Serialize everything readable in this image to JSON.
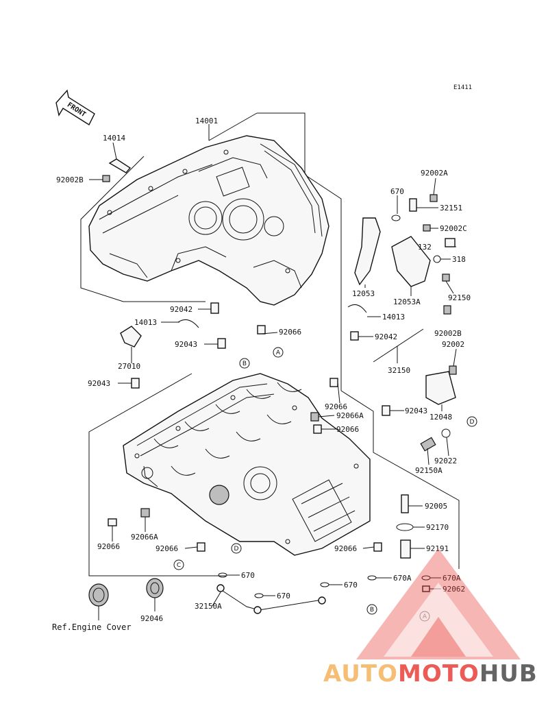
{
  "diagram_code": "E1411",
  "front_label": "FRONT",
  "ref_note": "Ref.Engine Cover",
  "parts": {
    "p14001": "14001",
    "p14014": "14014",
    "p92002B_top": "92002B",
    "p670_top": "670",
    "p92002A": "92002A",
    "p32151": "32151",
    "p92002C": "92002C",
    "p132": "132",
    "p318": "318",
    "p12053": "12053",
    "p12053A": "12053A",
    "p92150": "92150",
    "p92042_a": "92042",
    "p92066_a": "92066",
    "p14013_a": "14013",
    "p14013_b": "14013",
    "p92042_b": "92042",
    "p92002B_r": "92002B",
    "p92043_a": "92043",
    "p92002_r": "92002",
    "p27010": "27010",
    "p32150": "32150",
    "p92043_b": "92043",
    "p92066_b": "92066",
    "p92066A_a": "92066A",
    "p92066_c": "92066",
    "p92043_c": "92043",
    "p12048": "12048",
    "p92022": "92022",
    "p92150A": "92150A",
    "p92005": "92005",
    "p92170": "92170",
    "p92066_d": "92066",
    "p92066A_b": "92066A",
    "p92066_e": "92066",
    "p92066_f": "92066",
    "p92191": "92191",
    "p670_a": "670",
    "p670_b": "670",
    "p670_c": "670",
    "p670A_a": "670A",
    "p670A_b": "670A",
    "p92062": "92062",
    "p32150A": "32150A",
    "p92046": "92046"
  },
  "callouts": {
    "A1": "A",
    "B1": "B",
    "C1": "C",
    "D1": "D",
    "D2": "D",
    "B2": "B",
    "A2": "A"
  },
  "watermark": {
    "part1": "AUTO",
    "part2": "MOTO",
    "part3": "HUB",
    "color1": "#f5b35e",
    "color2": "#e8403a",
    "color3": "#4a4a4a",
    "triangle_color": "#e8403a"
  }
}
